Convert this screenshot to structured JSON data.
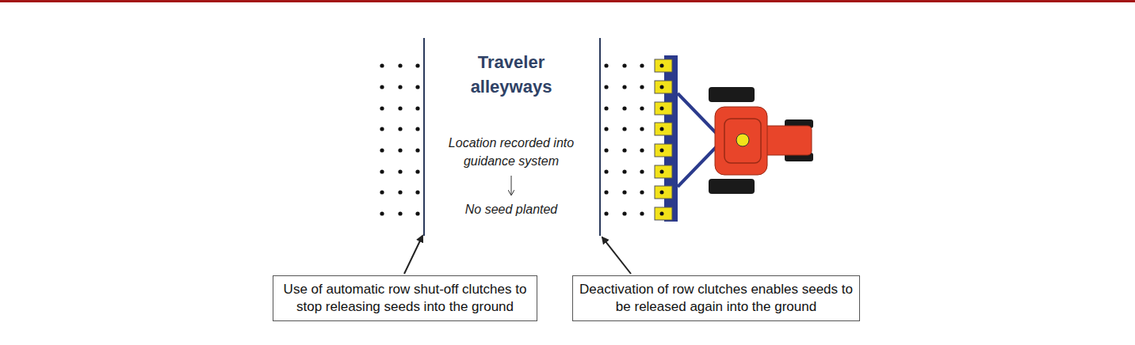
{
  "diagram": {
    "nodes": [
      {
        "text": [
          "Use of automatic row shut-off clutches to stop releasing seeds into the ground"
        ]
      },
      {
        "text": [
          "Deactivation of row clutches enables seeds to be released again into the ground"
        ]
      }
    ],
    "labels": [
      "Traveler alleyways",
      "Location recorded into guidance system",
      "No seed planted"
    ]
  }
}
